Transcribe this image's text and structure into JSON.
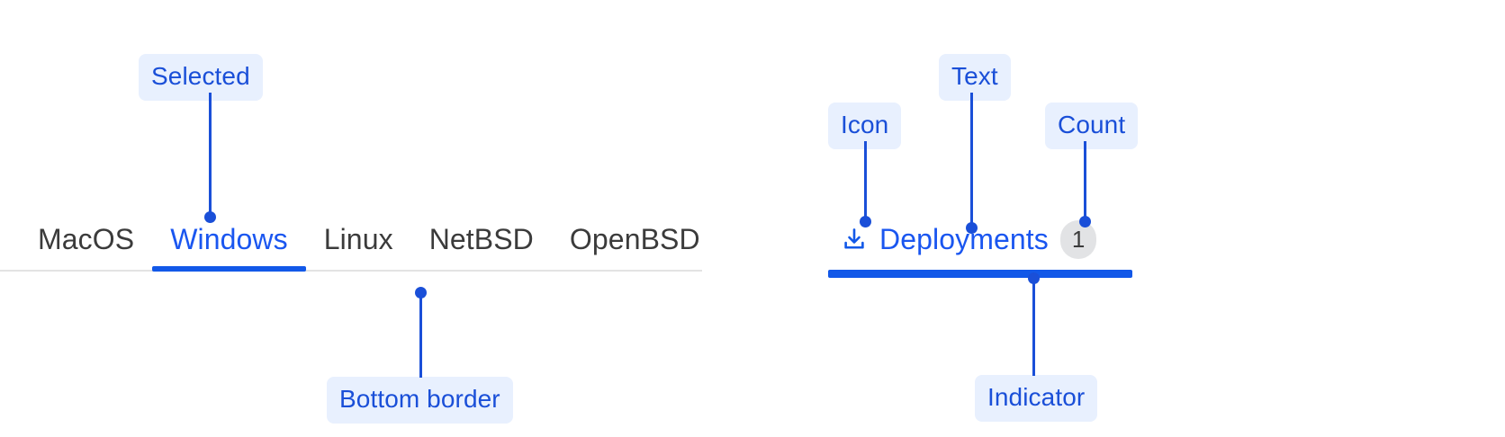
{
  "left_group": {
    "name": "os-tabs",
    "tabs": [
      {
        "label": "MacOS",
        "selected": false
      },
      {
        "label": "Windows",
        "selected": true
      },
      {
        "label": "Linux",
        "selected": false
      },
      {
        "label": "NetBSD",
        "selected": false
      },
      {
        "label": "OpenBSD",
        "selected": false
      }
    ]
  },
  "right_group": {
    "name": "deployments-tab",
    "icon": "download-icon",
    "label": "Deployments",
    "count": "1"
  },
  "annotations": [
    {
      "id": "selected",
      "label": "Selected"
    },
    {
      "id": "bottom-border",
      "label": "Bottom border"
    },
    {
      "id": "icon",
      "label": "Icon"
    },
    {
      "id": "text",
      "label": "Text"
    },
    {
      "id": "count",
      "label": "Count"
    },
    {
      "id": "indicator",
      "label": "Indicator"
    }
  ],
  "colors": {
    "accent_blue": "#1258e8",
    "link_blue": "#1a56f0",
    "annotation_blue": "#1a4fd8",
    "annotation_bg": "#e8f0fe",
    "tab_text": "#3b3b3b",
    "border_gray": "#e3e3e3",
    "badge_bg": "#e2e3e5",
    "page_bg": "#ffffff"
  }
}
